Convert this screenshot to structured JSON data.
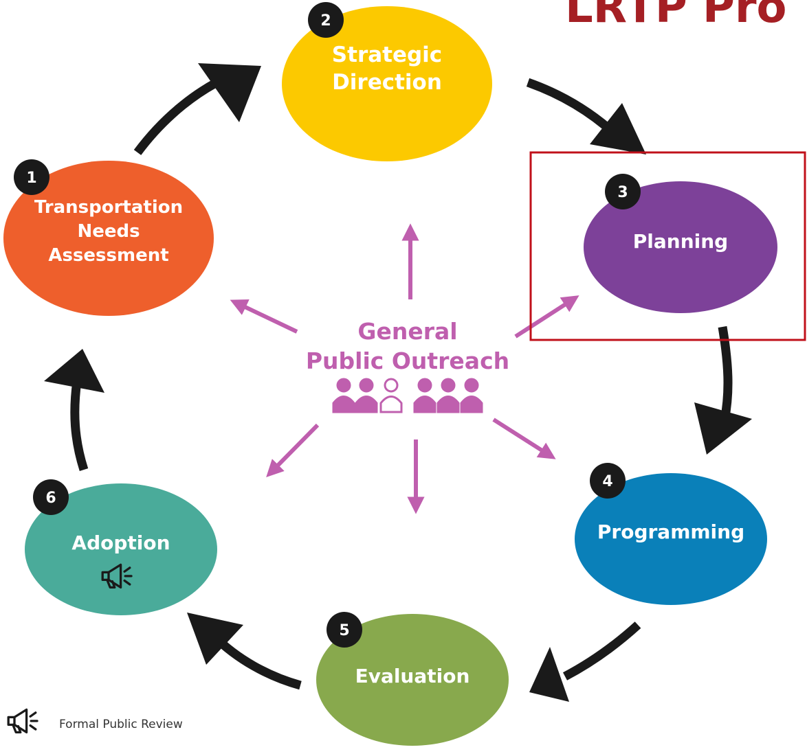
{
  "corner_title": "LRTP Pro",
  "stages": [
    {
      "number": "1",
      "lines": [
        "Transportation",
        "Needs",
        "Assessment"
      ],
      "color": "#ee5f2c"
    },
    {
      "number": "2",
      "lines": [
        "Strategic",
        "Direction"
      ],
      "color": "#fcc900"
    },
    {
      "number": "3",
      "lines": [
        "Planning"
      ],
      "color": "#7d4199"
    },
    {
      "number": "4",
      "lines": [
        "Programming"
      ],
      "color": "#0a80b9"
    },
    {
      "number": "5",
      "lines": [
        "Evaluation"
      ],
      "color": "#88a94d"
    },
    {
      "number": "6",
      "lines": [
        "Adoption"
      ],
      "color": "#4aab9a"
    }
  ],
  "center": {
    "line1": "General",
    "line2": "Public Outreach",
    "color": "#bf5fae"
  },
  "legend": {
    "label": "Formal Public Review",
    "icon": "megaphone-icon"
  },
  "highlight": {
    "target": "Planning",
    "color": "#c0101a"
  }
}
